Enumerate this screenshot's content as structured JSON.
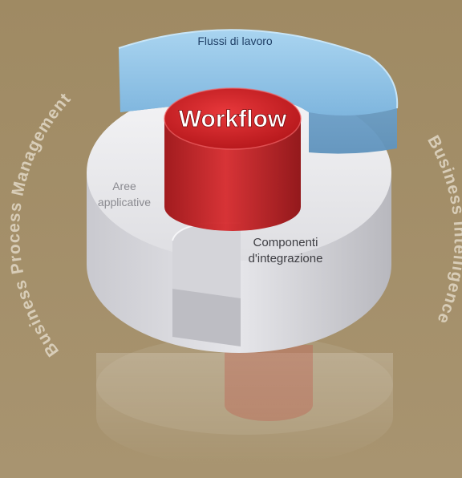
{
  "diagram": {
    "center_label": "Workflow",
    "top_layer_label": "Flussi di lavoro",
    "left_layer_label": [
      "Aree",
      "applicative"
    ],
    "right_layer_label": [
      "Componenti",
      "d'integrazione"
    ],
    "left_arc_text": "Business Process Management",
    "right_arc_text": "Business Intelligence"
  },
  "colors": {
    "background": "#a08a62",
    "arc_text": "#d8cdb8",
    "blue_layer": "#8fc3e6",
    "grey_layer": "#e9e9ec",
    "red_core": "#d7262a"
  }
}
